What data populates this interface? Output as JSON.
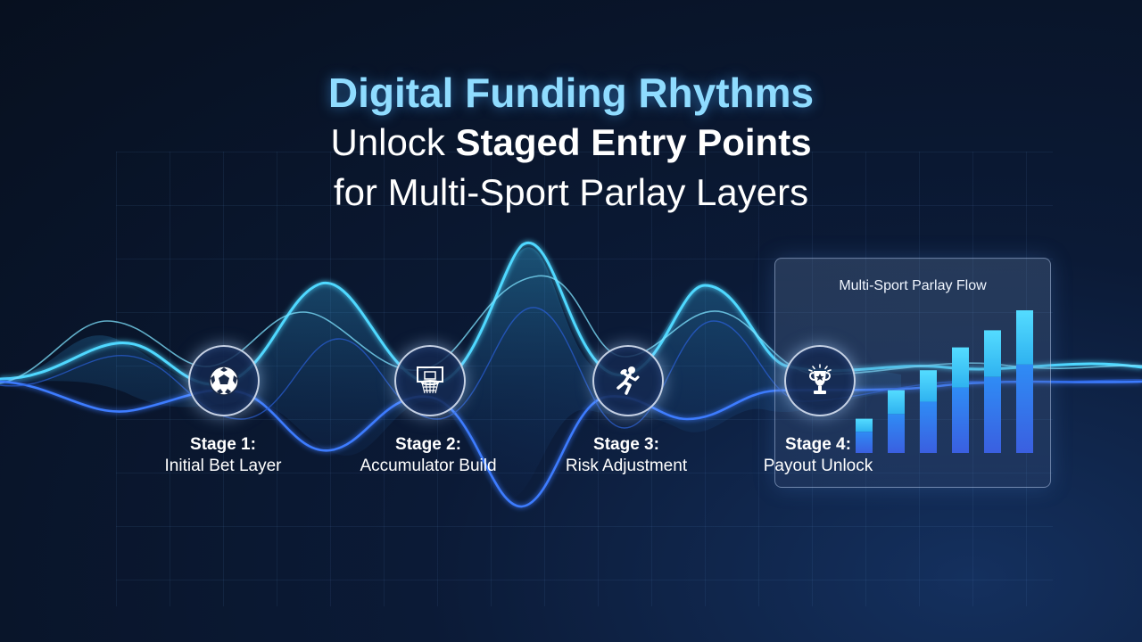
{
  "title": {
    "line1": "Digital Funding Rhythms",
    "line2_plain": "Unlock ",
    "line2_strong": "Staged Entry Points",
    "line3": "for Multi-Sport Parlay Layers"
  },
  "stages": [
    {
      "number": "Stage 1:",
      "name": "Initial Bet Layer",
      "icon": "soccer-ball-icon"
    },
    {
      "number": "Stage 2:",
      "name": "Accumulator Build",
      "icon": "basketball-hoop-icon"
    },
    {
      "number": "Stage 3:",
      "name": "Risk Adjustment",
      "icon": "football-player-icon"
    },
    {
      "number": "Stage 4:",
      "name": "Payout Unlock",
      "icon": "trophy-icon"
    }
  ],
  "panel": {
    "title": "Multi-Sport Parlay Flow",
    "bars": [
      0.24,
      0.44,
      0.58,
      0.74,
      0.86,
      1.0
    ]
  },
  "colors": {
    "accent_cyan": "#4fd8ff",
    "accent_blue": "#3d7bff",
    "title_glow": "#8fdcff"
  }
}
